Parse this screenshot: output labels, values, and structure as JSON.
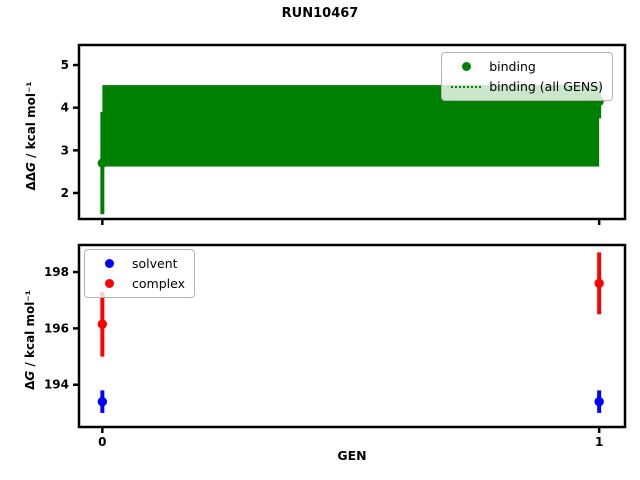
{
  "figure": {
    "title": "RUN10467",
    "background": "#ffffff"
  },
  "chart_data": [
    {
      "type": "scatter",
      "panel": "top",
      "title": "RUN10467",
      "xlabel": "",
      "ylabel": "ΔΔG / kcal mol⁻¹",
      "ylabel_parts": {
        "p1": "ΔΔ",
        "sym": "G",
        "p2": " / kcal mol⁻¹"
      },
      "xlim": [
        -0.047,
        1.052
      ],
      "ylim": [
        1.39,
        5.47
      ],
      "yticks": [
        2,
        3,
        4,
        5
      ],
      "xticks": [
        0,
        1
      ],
      "xtick_labels_visible": false,
      "grid": false,
      "series": [
        {
          "name": "binding",
          "type": "errorbar",
          "color": "#008000",
          "x": [
            0,
            1
          ],
          "y": [
            2.7,
            4.15
          ],
          "yerr": [
            1.2,
            0.4
          ]
        },
        {
          "name": "binding (all GENS)",
          "type": "band",
          "color": "#008000",
          "x": [
            0,
            1
          ],
          "lo": 2.62,
          "hi": 4.53,
          "center": 3.57,
          "linestyle": "dotted"
        }
      ],
      "legend": {
        "position": "top-right",
        "entries": [
          {
            "label": "binding",
            "glyph": "dot",
            "color": "#008000"
          },
          {
            "label": "binding (all GENS)",
            "glyph": "dotted-line",
            "color": "#008000"
          }
        ]
      }
    },
    {
      "type": "scatter",
      "panel": "bottom",
      "xlabel": "GEN",
      "ylabel": "ΔG / kcal mol⁻¹",
      "ylabel_parts": {
        "p1": "Δ",
        "sym": "G",
        "p2": " / kcal mol⁻¹"
      },
      "xlim": [
        -0.047,
        1.052
      ],
      "ylim": [
        192.5,
        198.96
      ],
      "yticks": [
        194,
        196,
        198
      ],
      "xticks": [
        0,
        1
      ],
      "xtick_labels_visible": true,
      "grid": false,
      "series": [
        {
          "name": "solvent",
          "type": "errorbar",
          "color": "#0000ff",
          "x": [
            0,
            1
          ],
          "y": [
            193.4,
            193.4
          ],
          "yerr": [
            0.4,
            0.4
          ]
        },
        {
          "name": "complex",
          "type": "errorbar",
          "color": "#ff0000",
          "x": [
            0,
            1
          ],
          "y": [
            196.15,
            197.6
          ],
          "yerr": [
            1.15,
            1.1
          ]
        }
      ],
      "legend": {
        "position": "top-left",
        "entries": [
          {
            "label": "solvent",
            "glyph": "dot",
            "color": "#0000ff"
          },
          {
            "label": "complex",
            "glyph": "dot",
            "color": "#ff0000"
          }
        ]
      }
    }
  ]
}
